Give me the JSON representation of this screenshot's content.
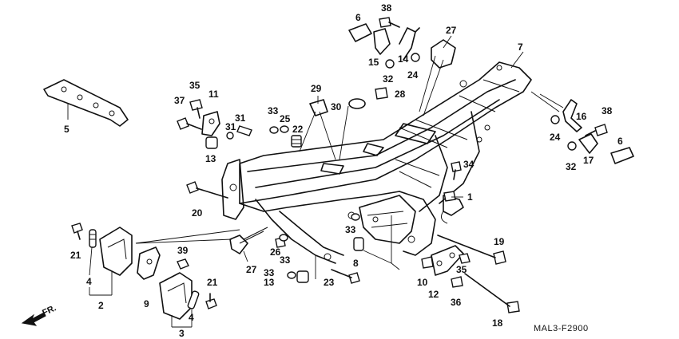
{
  "diagram_code": "MAL3-F2900",
  "direction_label": "FR.",
  "callouts": {
    "c1": "1",
    "c2": "2",
    "c3": "3",
    "c4a": "4",
    "c4b": "4",
    "c5": "5",
    "c6a": "6",
    "c6b": "6",
    "c7": "7",
    "c8": "8",
    "c9": "9",
    "c10": "10",
    "c11": "11",
    "c12": "12",
    "c13a": "13",
    "c13b": "13",
    "c14": "14",
    "c15": "15",
    "c16": "16",
    "c17": "17",
    "c18": "18",
    "c19": "19",
    "c20": "20",
    "c21a": "21",
    "c21b": "21",
    "c22": "22",
    "c23": "23",
    "c24a": "24",
    "c24b": "24",
    "c25": "25",
    "c26": "26",
    "c27a": "27",
    "c27b": "27",
    "c28": "28",
    "c29": "29",
    "c30": "30",
    "c31a": "31",
    "c31b": "31",
    "c32a": "32",
    "c32b": "32",
    "c33a": "33",
    "c33b": "33",
    "c33c": "33",
    "c33d": "33",
    "c34": "34",
    "c35a": "35",
    "c35b": "35",
    "c36": "36",
    "c37": "37",
    "c38a": "38",
    "c38b": "38",
    "c39": "39"
  }
}
